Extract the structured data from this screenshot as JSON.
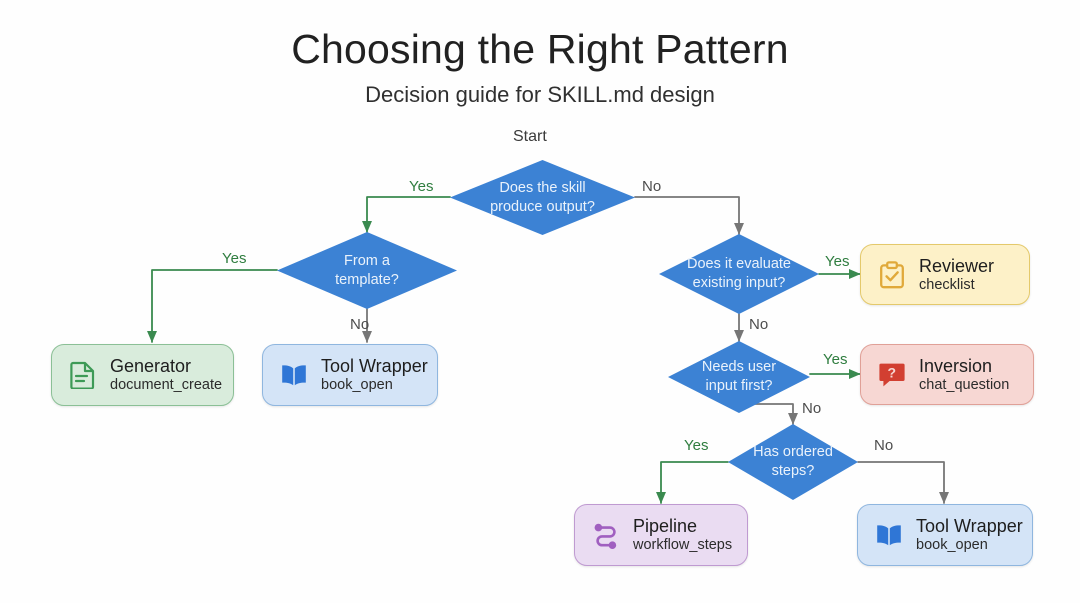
{
  "header": {
    "title": "Choosing the Right Pattern",
    "subtitle": "Decision guide for SKILL.md design"
  },
  "colors": {
    "decision_fill": "#3c82d4",
    "decision_text": "#eaf2fb",
    "yes_edge": "#3a8a4f",
    "no_edge": "#767676",
    "card_green_bg": "#d9ecdc",
    "card_green_border": "#8bc096",
    "card_blue_bg": "#d4e4f7",
    "card_blue_border": "#8fb6df",
    "card_yellow_bg": "#fdf1c8",
    "card_yellow_border": "#e4c96b",
    "card_red_bg": "#f7d7d3",
    "card_red_border": "#e0a097",
    "card_purple_bg": "#eadcf2",
    "card_purple_border": "#bf9ad1"
  },
  "start_label": "Start",
  "decisions": [
    {
      "id": "produce-output",
      "text": "Does the skill\nproduce output?"
    },
    {
      "id": "from-template",
      "text": "From a\ntemplate?"
    },
    {
      "id": "evaluate-input",
      "text": "Does it evaluate\nexisting input?"
    },
    {
      "id": "needs-user-input",
      "text": "Needs user\ninput first?"
    },
    {
      "id": "ordered-steps",
      "text": "Has ordered\nsteps?"
    }
  ],
  "outcomes": [
    {
      "id": "generator",
      "title": "Generator",
      "sub": "document_create",
      "icon": "document-icon",
      "color": "green"
    },
    {
      "id": "tool-wrapper-left",
      "title": "Tool Wrapper",
      "sub": "book_open",
      "icon": "book-icon",
      "color": "blue"
    },
    {
      "id": "reviewer",
      "title": "Reviewer",
      "sub": "checklist",
      "icon": "clipboard-check-icon",
      "color": "yellow"
    },
    {
      "id": "inversion",
      "title": "Inversion",
      "sub": "chat_question",
      "icon": "chat-question-icon",
      "color": "red"
    },
    {
      "id": "pipeline",
      "title": "Pipeline",
      "sub": "workflow_steps",
      "icon": "workflow-icon",
      "color": "purple"
    },
    {
      "id": "tool-wrapper-right",
      "title": "Tool Wrapper",
      "sub": "book_open",
      "icon": "book-icon",
      "color": "blue"
    }
  ],
  "edges": [
    {
      "id": "produce-output-yes",
      "label": "Yes",
      "kind": "yes"
    },
    {
      "id": "produce-output-no",
      "label": "No",
      "kind": "no"
    },
    {
      "id": "from-template-yes",
      "label": "Yes",
      "kind": "yes"
    },
    {
      "id": "from-template-no",
      "label": "No",
      "kind": "no"
    },
    {
      "id": "evaluate-input-yes",
      "label": "Yes",
      "kind": "yes"
    },
    {
      "id": "evaluate-input-no",
      "label": "No",
      "kind": "no"
    },
    {
      "id": "needs-user-input-yes",
      "label": "Yes",
      "kind": "yes"
    },
    {
      "id": "needs-user-input-no",
      "label": "No",
      "kind": "no"
    },
    {
      "id": "ordered-steps-yes",
      "label": "Yes",
      "kind": "yes"
    },
    {
      "id": "ordered-steps-no",
      "label": "No",
      "kind": "no"
    }
  ]
}
